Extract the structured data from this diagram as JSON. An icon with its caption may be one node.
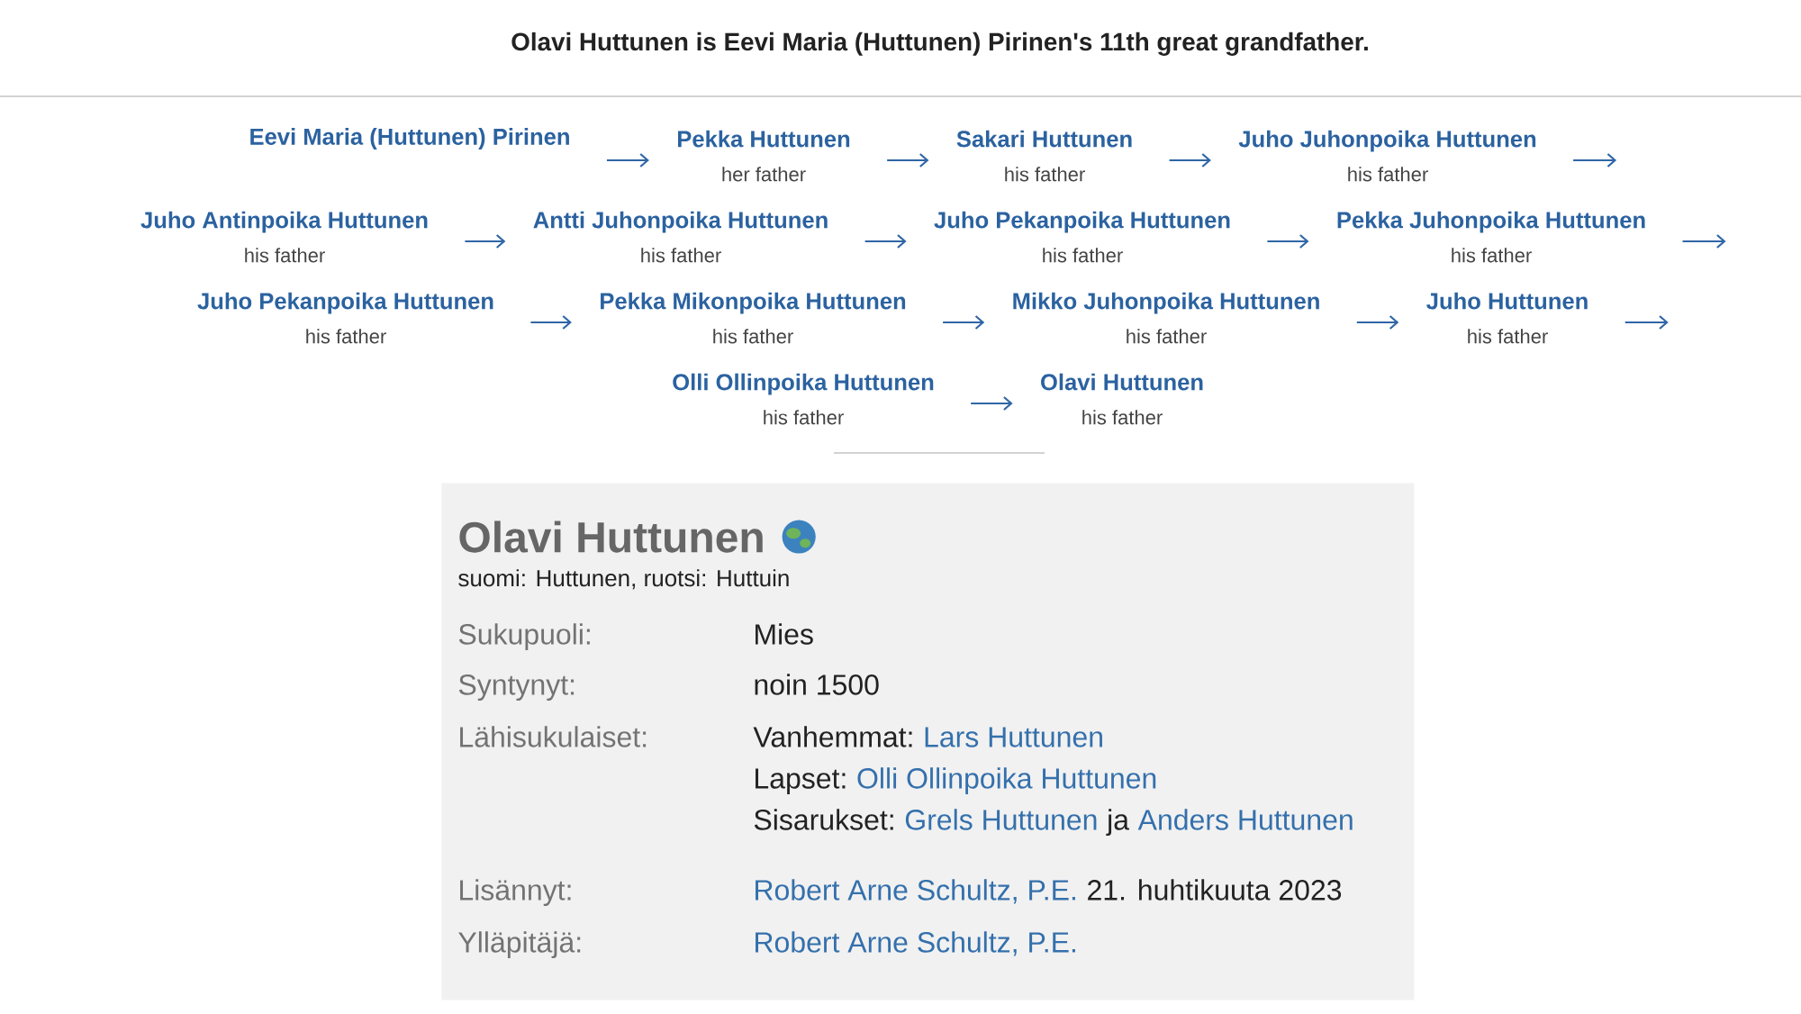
{
  "diagram": {
    "title": "Olavi Huttunen is Eevi Maria (Huttunen) Pirinen's 11th great grandfather.",
    "nodes": [
      {
        "text": [
          "Eevi Maria (Huttunen) Pirinen"
        ]
      },
      {
        "text": [
          "Pekka Huttunen",
          "her father"
        ]
      },
      {
        "text": [
          "Sakari Huttunen",
          "his father"
        ]
      },
      {
        "text": [
          "Juho Juhonpoika Huttunen",
          "his father"
        ]
      },
      {
        "text": [
          "Juho Antinpoika Huttunen",
          "his father"
        ]
      },
      {
        "text": [
          "Antti Juhonpoika Huttunen",
          "his father"
        ]
      },
      {
        "text": [
          "Juho Pekanpoika Huttunen",
          "his father"
        ]
      },
      {
        "text": [
          "Pekka Juhonpoika Huttunen",
          "his father"
        ]
      },
      {
        "text": [
          "Juho Pekanpoika Huttunen",
          "his father"
        ]
      },
      {
        "text": [
          "Pekka Mikonpoika Huttunen",
          "his father"
        ]
      },
      {
        "text": [
          "Mikko Juhonpoika Huttunen",
          "his father"
        ]
      },
      {
        "text": [
          "Juho Huttunen",
          "his father"
        ]
      },
      {
        "text": [
          "Olli Ollinpoika Huttunen",
          "his father"
        ]
      },
      {
        "text": [
          "Olavi Huttunen",
          "his father"
        ]
      },
      {
        "text": [
          "Olavi Huttunen",
          "suomi: Huttunen, ruotsi: Huttuin"
        ]
      }
    ],
    "edges": [
      {
        "from": 0,
        "to": 1,
        "arrow": "to"
      },
      {
        "from": 1,
        "to": 2,
        "arrow": "to"
      },
      {
        "from": 2,
        "to": 3,
        "arrow": "to"
      },
      {
        "from": 3,
        "to": null,
        "arrow": "to"
      },
      {
        "from": 4,
        "to": 5,
        "arrow": "to"
      },
      {
        "from": 5,
        "to": 6,
        "arrow": "to"
      },
      {
        "from": 6,
        "to": 7,
        "arrow": "to"
      },
      {
        "from": 7,
        "to": null,
        "arrow": "to"
      },
      {
        "from": 8,
        "to": 9,
        "arrow": "to"
      },
      {
        "from": 9,
        "to": 10,
        "arrow": "to"
      },
      {
        "from": 10,
        "to": 11,
        "arrow": "to"
      },
      {
        "from": 11,
        "to": null,
        "arrow": "to"
      },
      {
        "from": 12,
        "to": 13,
        "arrow": "to"
      }
    ],
    "labels": [
      "Sukupuoli:",
      "Mies",
      "Syntynyt:",
      "noin 1500",
      "Lähisukulaiset:",
      "Vanhemmat:",
      "Lars Huttunen",
      "Lapset:",
      "Olli Ollinpoika Huttunen",
      "Sisarukset:",
      "Grels Huttunen",
      "ja",
      "Anders Huttunen",
      "Lisännyt:",
      "Robert Arne Schultz, P.E.",
      "21. huhtikuuta 2023",
      "Ylläpitäjä:",
      "Robert Arne Schultz, P.E."
    ]
  }
}
